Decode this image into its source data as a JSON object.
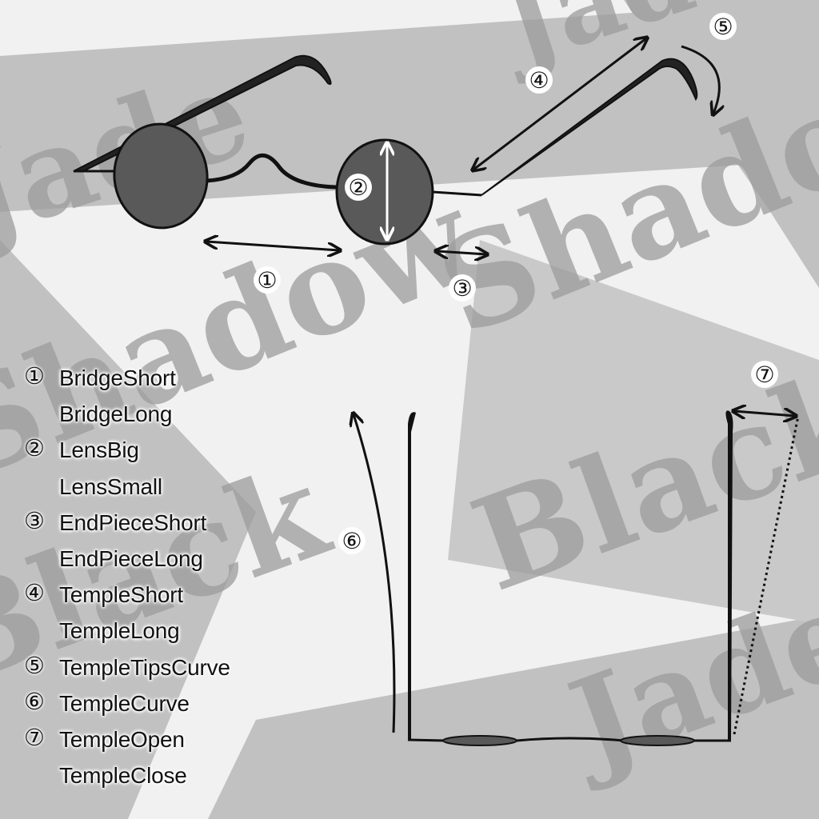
{
  "watermark": {
    "text_1": "Jade",
    "text_2": "Shadow",
    "text_3": "Black",
    "text_4": "Shadow",
    "text_5": "Black",
    "text_6": "Jade"
  },
  "markers": [
    "①",
    "②",
    "③",
    "④",
    "⑤",
    "⑥",
    "⑦"
  ],
  "legend": [
    {
      "num": "①",
      "names": [
        "BridgeShort",
        "BridgeLong"
      ]
    },
    {
      "num": "②",
      "names": [
        "LensBig",
        "LensSmall"
      ]
    },
    {
      "num": "③",
      "names": [
        "EndPieceShort",
        "EndPieceLong"
      ]
    },
    {
      "num": "④",
      "names": [
        "TempleShort",
        "TempleLong"
      ]
    },
    {
      "num": "⑤",
      "names": [
        "TempleTipsCurve"
      ]
    },
    {
      "num": "⑥",
      "names": [
        "TempleCurve"
      ]
    },
    {
      "num": "⑦",
      "names": [
        "TempleOpen",
        "TempleClose"
      ]
    }
  ],
  "colors": {
    "background": "#f1f1f1",
    "band": "#c1c1c1",
    "watermark": "#9c9c9c",
    "lens": "#595959",
    "frame": "#111111"
  }
}
